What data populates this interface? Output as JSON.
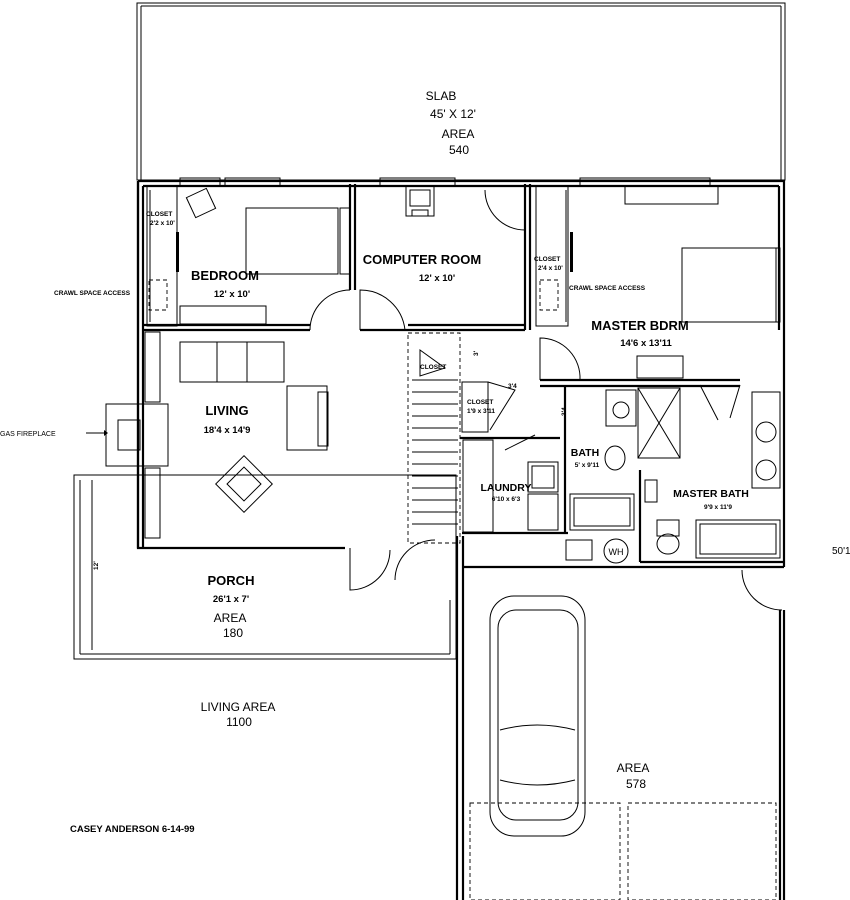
{
  "slab": {
    "label": "SLAB",
    "size": "45' X 12'",
    "area_label": "AREA",
    "area_value": "540"
  },
  "bedroom": {
    "label": "BEDROOM",
    "size": "12' x 10'"
  },
  "computer_room": {
    "label": "COMPUTER ROOM",
    "size": "12' x 10'"
  },
  "master_bdrm": {
    "label": "MASTER BDRM",
    "size": "14'6 x 13'11"
  },
  "living": {
    "label": "LIVING",
    "size": "18'4 x 14'9"
  },
  "bath": {
    "label": "BATH",
    "size": "5' x 9'11"
  },
  "laundry": {
    "label": "LAUNDRY",
    "size": "6'10 x 6'3"
  },
  "master_bath": {
    "label": "MASTER BATH",
    "size": "9'9 x 11'9"
  },
  "porch": {
    "label": "PORCH",
    "size": "26'1 x 7'",
    "area_label": "AREA",
    "area_value": "180"
  },
  "living_area": {
    "label": "LIVING AREA",
    "value": "1100"
  },
  "garage": {
    "area_label": "AREA",
    "area_value": "578"
  },
  "closets": {
    "bedroom": {
      "label": "CLOSET",
      "size": "2'2 x 10'"
    },
    "master": {
      "label": "CLOSET",
      "size": "2'4 x 10'"
    },
    "stair": {
      "label": "CLOSET"
    },
    "hall": {
      "label": "CLOSET",
      "size": "1'9 x 3'11"
    }
  },
  "crawl_space_left": "CRAWL SPACE ACCESS",
  "crawl_space_right": "CRAWL SPACE ACCESS",
  "gas_fireplace": "GAS FIREPLACE",
  "water_heater": "WH",
  "dims": {
    "hall_3": "3'",
    "hall_3_4a": "3'4",
    "hall_3_4b": "3'4",
    "porch_12": "12'",
    "garage_50": "50'1"
  },
  "credit": "CASEY ANDERSON 6-14-99"
}
